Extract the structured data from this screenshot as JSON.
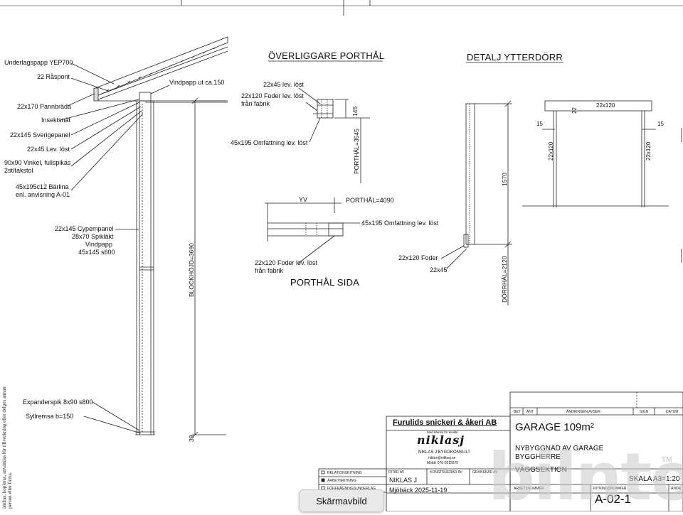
{
  "roof_section": {
    "callouts": [
      "Underlagspapp YEP700",
      "22 Råspont",
      "22x170 Pannbräda",
      "Insektsnät",
      "22x145 Sverigepanel",
      "22x45 Lev. löst",
      "90x90 Vinkel, fullspikas",
      "2st/takstol",
      "45x195c12 Bärlina",
      "enl. anvisning A-01"
    ],
    "vindpapp": "Vindpapp ut ca.150",
    "wall_callouts": [
      "22x145 Cypempanel",
      "28x70 Spikläkt",
      "Vindpapp",
      "45x145 s600"
    ],
    "foot_callouts": [
      "Expanderspik 8x90 s800",
      "Syllremsa b=150"
    ],
    "blockhojd": "BLOCKHÖJD=3690",
    "dim_bottom": "39"
  },
  "overliggare": {
    "title": "ÖVERLIGGARE PORTHÅL",
    "labels": [
      "22x45 lev. löst",
      "22x120 Foder lev. löst",
      "från fabrik",
      "45x195 Omfattning lev. löst"
    ],
    "dim_145": "145",
    "porthal_height": "PORTHÅL=3545"
  },
  "porthal_sida": {
    "title": "PORTHÅL SIDA",
    "yv": "YV",
    "porthal_width": "PORTHÅL=4090",
    "labels": [
      "45x195 Omfattning lev. löst",
      "22x120 Foder lev. löst",
      "från fabrik"
    ]
  },
  "ytterdorr": {
    "title": "DETALJ YTTERDÖRR",
    "dim_1570": "1570",
    "dorrhal": "DÖRRHÅL=2120",
    "labels": [
      "22x120 Foder",
      "22x45"
    ],
    "frame_top": "22x120",
    "frame_22": "22",
    "left_15": "15",
    "right_15": "15",
    "left_side": "22x120",
    "right_side": "22x120"
  },
  "margin_note": [
    "ändras, kopieras, användas för tillverkning eller delges annan",
    "person eller firma."
  ],
  "title_block": {
    "revision_headers": [
      "BET",
      "ANT",
      "ÄNDRINGEN AVSER",
      "SIGN",
      "DATUM"
    ],
    "company": "Furulids snickeri & åkeri AB",
    "company_sub": "Med känsla för kvalité",
    "logo": "niklasj",
    "consultant": "NIKLAS J BYGGKONSULT",
    "email": "niklas@niklasj.se",
    "mobile": "Mobil: 076-0215570",
    "project": "GARAGE 109m²",
    "desc1": "NYBYGGNAD AV GARAGE",
    "desc2": "BYGGHERRE",
    "sheet_type": "VÄGGSEKTION",
    "scale": "SKALA A3=1:20",
    "status": [
      "RELATIONSRITNING",
      "ARBETSRITNING",
      "FÖRFRÅGNINGSUNDERLAG"
    ],
    "ritad_av_label": "RITAD AV",
    "konstruerad_label": "KONSTRUERAD AV",
    "granskad_label": "GRANSKAD AV",
    "ritad_av": "NIKLAS J",
    "place_date": "Mjöbäck 2025-11-19",
    "arbetsnummer_label": "ARBETSNUMMER",
    "ritningsnummer_label": "RITNINGSNUMMER",
    "andr_label": "ÄNDR",
    "drawing_no": "A-02-1"
  },
  "overlay": {
    "badge": "Skärmavbild",
    "watermark": "bilnto",
    "watermark_tm": "TM"
  }
}
